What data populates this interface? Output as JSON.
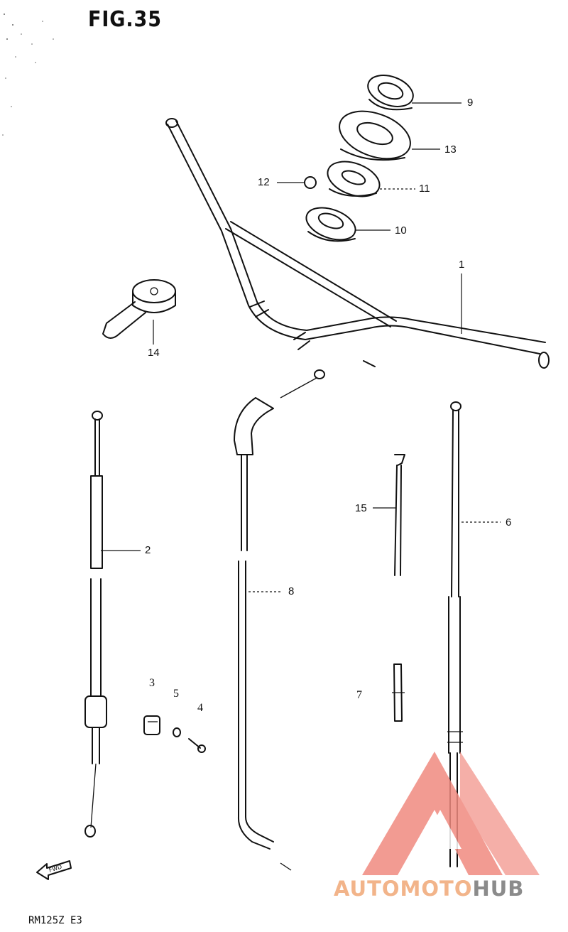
{
  "figure": {
    "title": "FIG.35",
    "model": "RM125Z E3"
  },
  "callouts": {
    "p1": "1",
    "p2": "2",
    "p3": "3",
    "p4": "4",
    "p5": "5",
    "p6": "6",
    "p7": "7",
    "p8": "8",
    "p9": "9",
    "p10": "10",
    "p11": "11",
    "p12": "12",
    "p13": "13",
    "p14": "14",
    "p15": "15"
  },
  "watermark": {
    "part1": "AUTOMOTO",
    "part2": "HUB",
    "color_primary": "#f08a80",
    "color_text1": "#f2b48a",
    "color_text2": "#8b8b8b"
  }
}
